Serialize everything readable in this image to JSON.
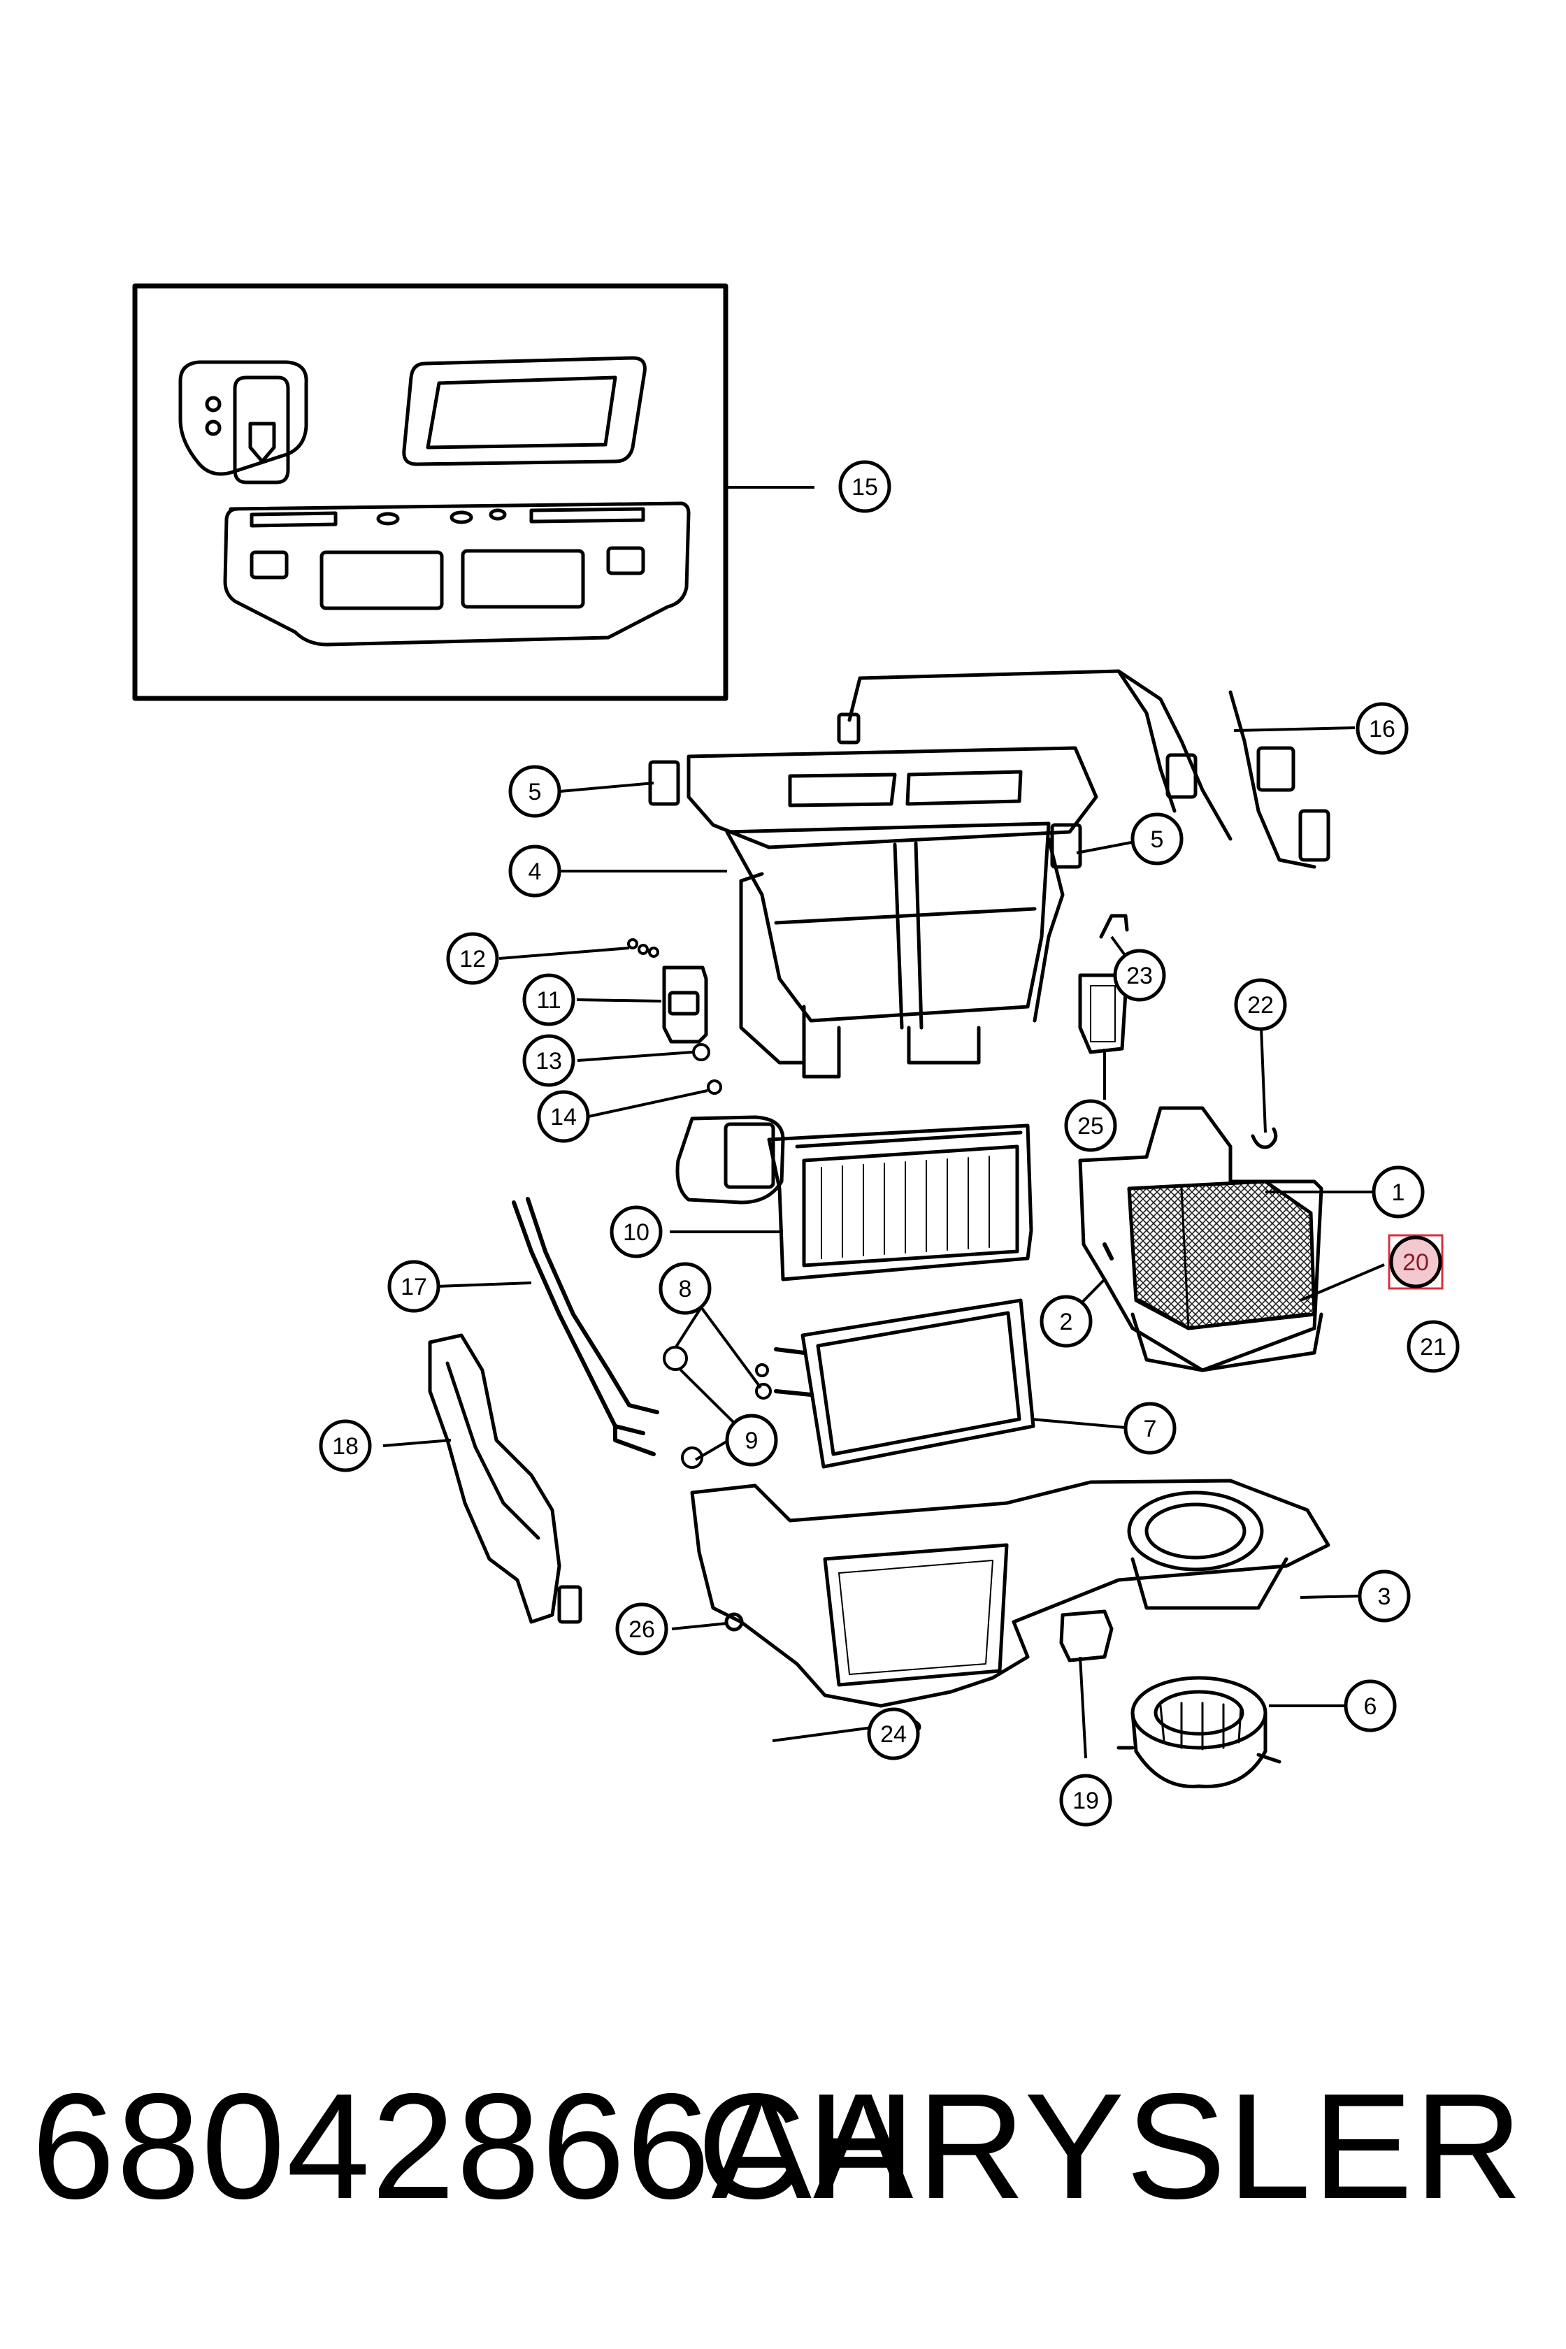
{
  "callouts": [
    "1",
    "2",
    "3",
    "4",
    "5",
    "5",
    "6",
    "7",
    "8",
    "9",
    "10",
    "11",
    "12",
    "13",
    "14",
    "15",
    "16",
    "17",
    "18",
    "19",
    "20",
    "21",
    "22",
    "23",
    "24",
    "25",
    "26"
  ],
  "highlight": {
    "label": "20",
    "color": "#d9303f"
  },
  "footer": {
    "part_number": "68042866AA",
    "brand": "CHRYSLER"
  }
}
